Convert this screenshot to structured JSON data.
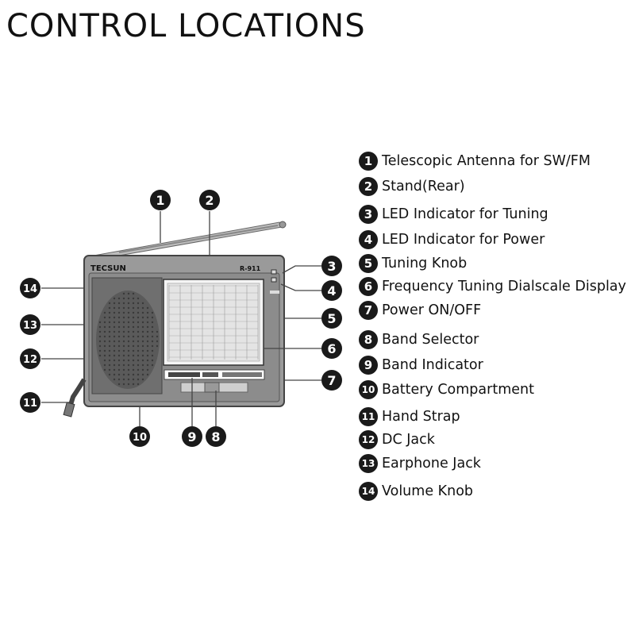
{
  "title": "CONTROL LOCATIONS",
  "radio": {
    "brand": "TECSUN",
    "model": "R-911"
  },
  "callouts": [
    "1",
    "2",
    "3",
    "4",
    "5",
    "6",
    "7",
    "8",
    "9",
    "10",
    "11",
    "12",
    "13",
    "14"
  ],
  "legend": [
    {
      "num": "1",
      "label": "Telescopic Antenna for SW/FM"
    },
    {
      "num": "2",
      "label": "Stand(Rear)"
    },
    {
      "num": "3",
      "label": "LED Indicator for Tuning"
    },
    {
      "num": "4",
      "label": "LED Indicator for Power"
    },
    {
      "num": "5",
      "label": "Tuning Knob"
    },
    {
      "num": "6",
      "label": "Frequency Tuning Dialscale Display"
    },
    {
      "num": "7",
      "label": "Power ON/OFF"
    },
    {
      "num": "8",
      "label": "Band Selector"
    },
    {
      "num": "9",
      "label": "Band Indicator"
    },
    {
      "num": "10",
      "label": "Battery Compartment"
    },
    {
      "num": "11",
      "label": "Hand Strap"
    },
    {
      "num": "12",
      "label": "DC Jack"
    },
    {
      "num": "13",
      "label": "Earphone Jack"
    },
    {
      "num": "14",
      "label": "Volume Knob"
    }
  ]
}
